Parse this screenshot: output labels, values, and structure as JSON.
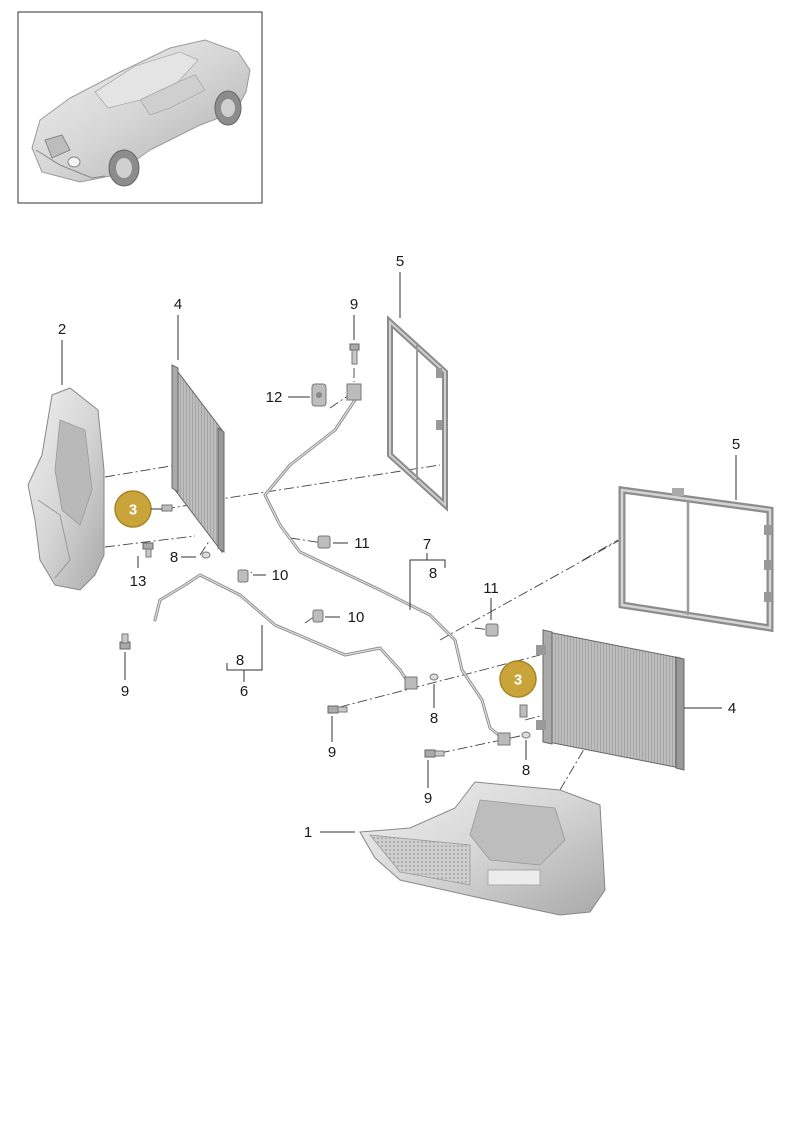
{
  "colors": {
    "callout_fill": "#c9a43a",
    "callout_stroke": "#a88525",
    "part_fill": "#d9d9d9",
    "part_shadow": "#a8a8a8",
    "frame_border": "#333333"
  },
  "thumbnail": {
    "icon": "car-icon"
  },
  "callouts": [
    {
      "label": "3"
    },
    {
      "label": "3"
    }
  ],
  "labels": {
    "p1": "1",
    "p2": "2",
    "p4a": "4",
    "p4b": "4",
    "p5a": "5",
    "p5b": "5",
    "p6": "6",
    "p7": "7",
    "p7_sub": "8",
    "p6_sub": "8",
    "p8a": "8",
    "p8b": "8",
    "p8c": "8",
    "p9a": "9",
    "p9b": "9",
    "p9c": "9",
    "p9d": "9",
    "p10a": "10",
    "p10b": "10",
    "p11a": "11",
    "p11b": "11",
    "p12": "12",
    "p13": "13"
  }
}
